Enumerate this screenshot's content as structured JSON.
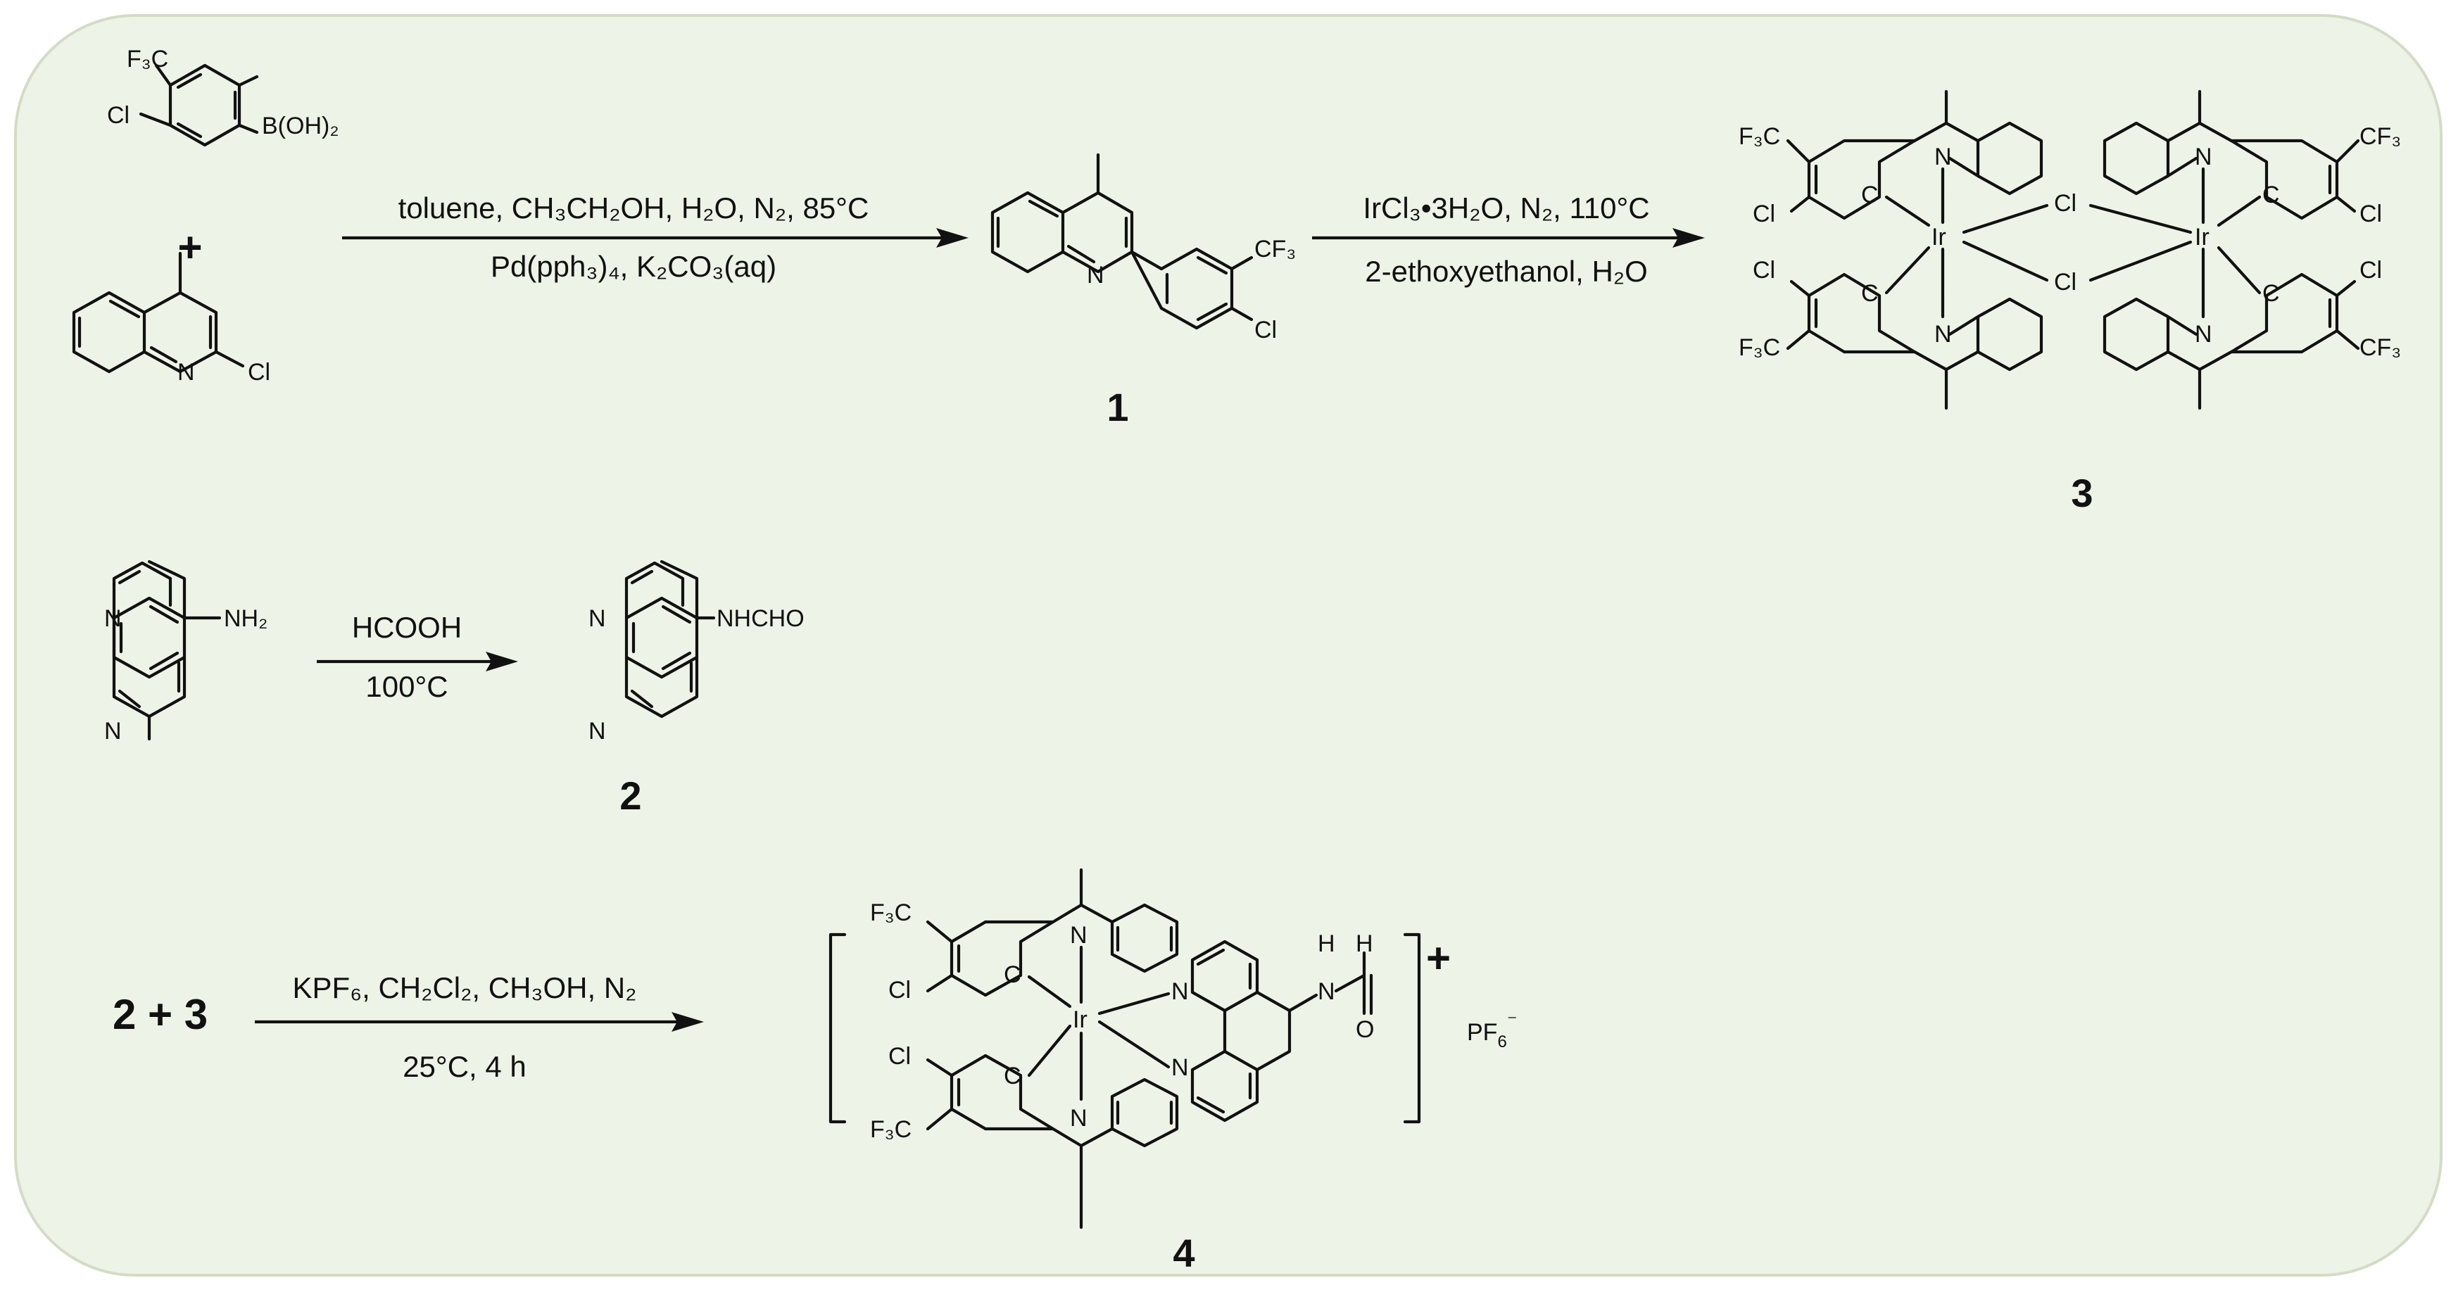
{
  "colors": {
    "panel_fill": "#edf3e6",
    "panel_stroke": "#d2dcc6",
    "ink": "#111111"
  },
  "labels": {
    "F3C": "F₃C",
    "CF3": "CF₃",
    "Cl": "Cl",
    "BOH2": "B(OH)₂",
    "NH2": "NH₂",
    "NHCHO": "NHCHO",
    "N": "N",
    "C": "C",
    "Ir": "Ir",
    "H": "H",
    "O": "O",
    "plus": "+"
  },
  "compounds": {
    "c1": "1",
    "c2": "2",
    "c3": "3",
    "c4": "4"
  },
  "reactions": {
    "r1": {
      "above": "toluene, CH₃CH₂OH, H₂O, N₂, 85°C",
      "below": "Pd(pph₃)₄, K₂CO₃(aq)"
    },
    "r2": {
      "above": "IrCl₃•3H₂O, N₂, 110°C",
      "below": "2-ethoxyethanol, H₂O"
    },
    "r3": {
      "above": "HCOOH",
      "below": "100°C"
    },
    "r4": {
      "above": "KPF₆, CH₂Cl₂, CH₃OH, N₂",
      "below": "25°C, 4 h"
    }
  },
  "equation": {
    "reactants": "2 + 3"
  },
  "counterion": {
    "base": "PF",
    "sub": "6",
    "sup": "⁻"
  },
  "charge": "+"
}
